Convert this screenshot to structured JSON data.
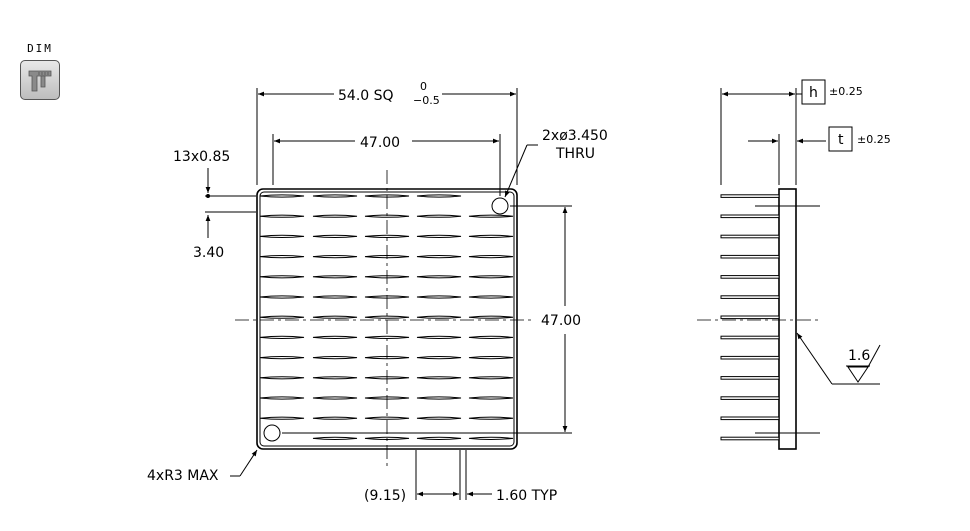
{
  "toolbar": {
    "dim_label": "DIM",
    "dim_tool_icon": "caliper-icon"
  },
  "front_view": {
    "width_label": "54.0 SQ",
    "width_tol_upper": "0",
    "width_tol_lower": "−0.5",
    "hole_pitch_h": "47.00",
    "hole_pitch_v": "47.00",
    "hole_callout_line1": "2xø3.450",
    "hole_callout_line2": "THRU",
    "pin_count_label": "13x0.85",
    "pin_offset_label": "3.40",
    "corner_radius_label": "4xR3 MAX",
    "fin_offset_label": "(9.15)",
    "fin_width_label": "1.60 TYP"
  },
  "side_view": {
    "height_symbol": "h",
    "height_tol": "±0.25",
    "base_symbol": "t",
    "base_tol": "±0.25",
    "roughness_value": "1.6"
  }
}
